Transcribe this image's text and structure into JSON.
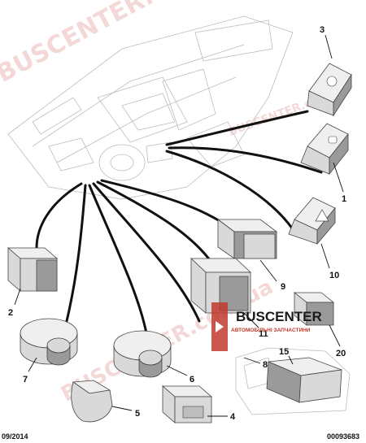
{
  "callouts": [
    "3",
    "1",
    "10",
    "9",
    "11",
    "2",
    "7",
    "6",
    "8",
    "15",
    "20",
    "5",
    "4"
  ],
  "footer": {
    "date": "09/2014",
    "ref": "00093683"
  },
  "watermark": {
    "text": "BUSCENTER.com.ua"
  },
  "logo": {
    "name": "BUSCENTER",
    "tagline": "АВТОМОБІЛЬНІ ЗАПЧАСТИНИ"
  }
}
